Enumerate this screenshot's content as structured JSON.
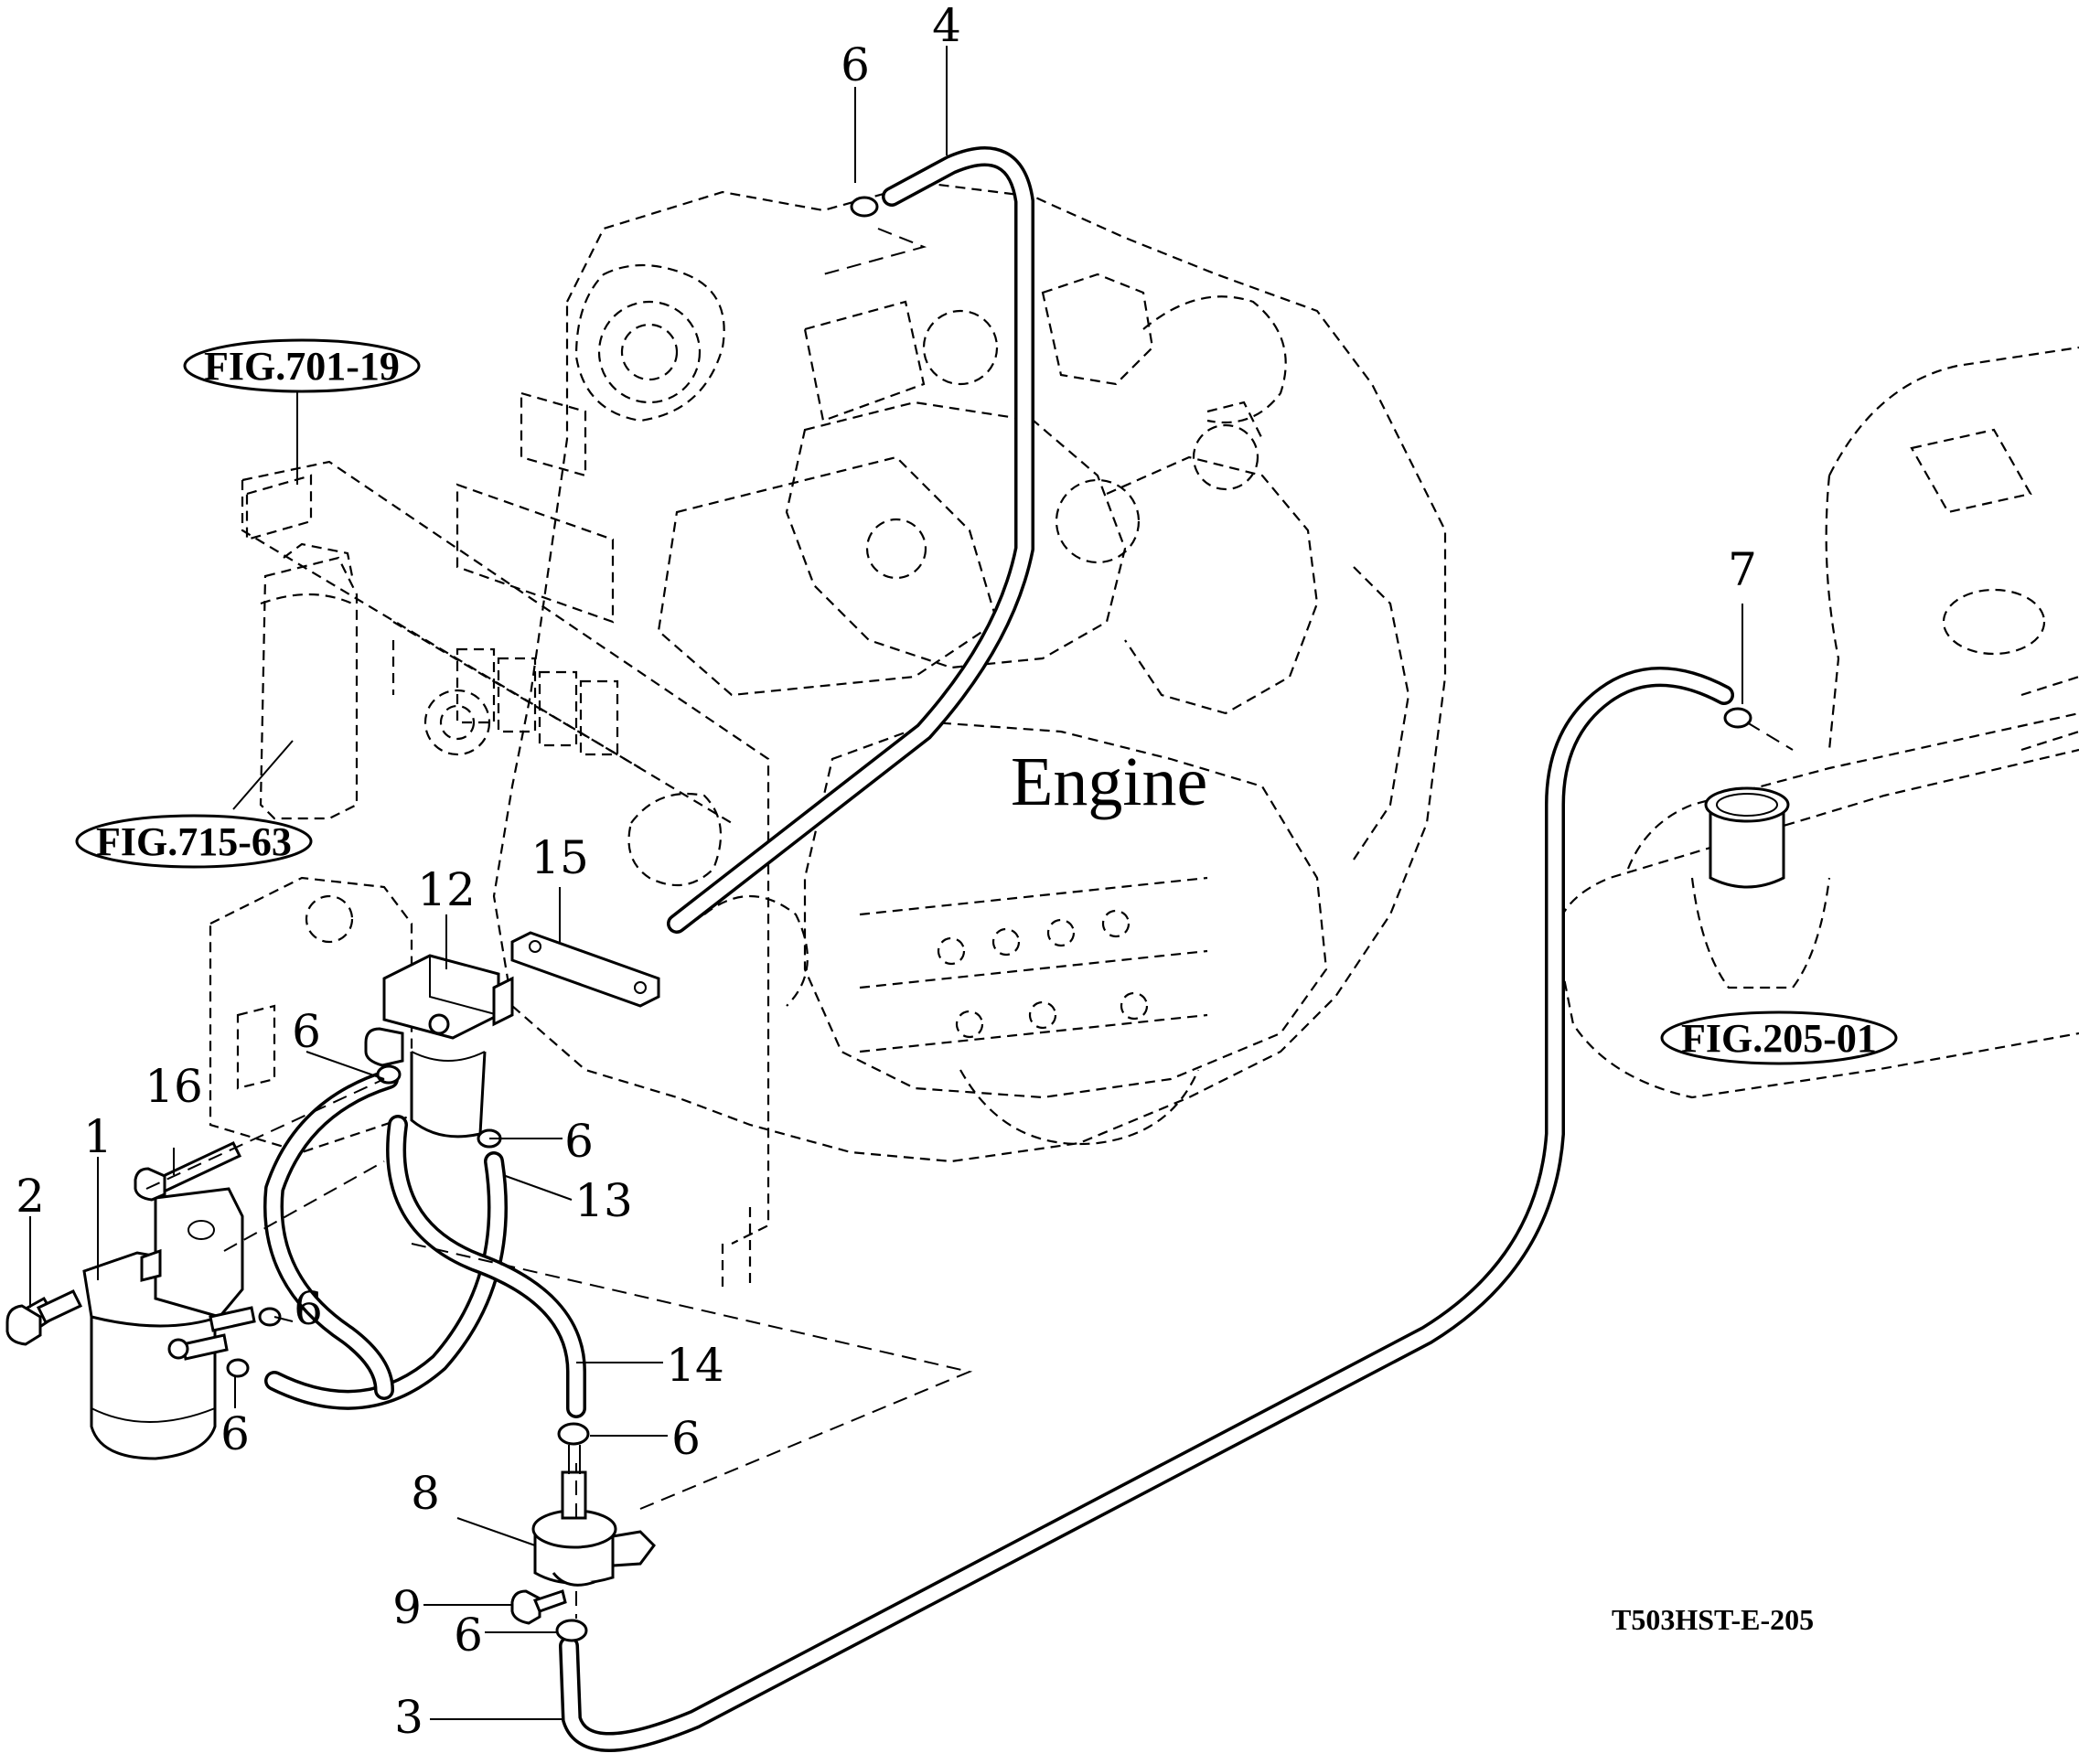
{
  "labels": {
    "engine": "Engine",
    "drawing_code": "T503HST-E-205",
    "fig_refs": [
      "FIG.701-19",
      "FIG.715-63",
      "FIG.205-01"
    ],
    "callouts": [
      "1",
      "2",
      "3",
      "4",
      "6",
      "6",
      "6",
      "6",
      "6",
      "6",
      "6",
      "7",
      "8",
      "9",
      "12",
      "13",
      "14",
      "15",
      "16"
    ]
  }
}
